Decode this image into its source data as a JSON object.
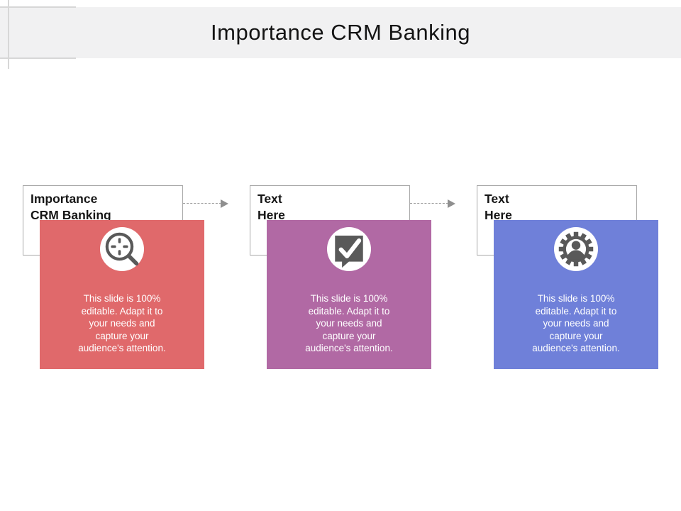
{
  "slide": {
    "title": "Importance CRM Banking"
  },
  "cards": [
    {
      "label": "Importance\nCRM Banking",
      "icon": "target-magnifier-icon",
      "color": "#e0696b",
      "body": "This slide is 100%\neditable. Adapt it to\nyour needs and\ncapture your\naudience's attention."
    },
    {
      "label": "Text\nHere",
      "icon": "checkmark-badge-icon",
      "color": "#b169a4",
      "body": "This slide is 100%\neditable. Adapt it to\nyour needs and\ncapture your\naudience's attention."
    },
    {
      "label": "Text\nHere",
      "icon": "user-gear-icon",
      "color": "#6f80d9",
      "body": "This slide is 100%\neditable. Adapt it to\nyour needs and\ncapture your\naudience's attention."
    }
  ],
  "icon_color": "#595959"
}
